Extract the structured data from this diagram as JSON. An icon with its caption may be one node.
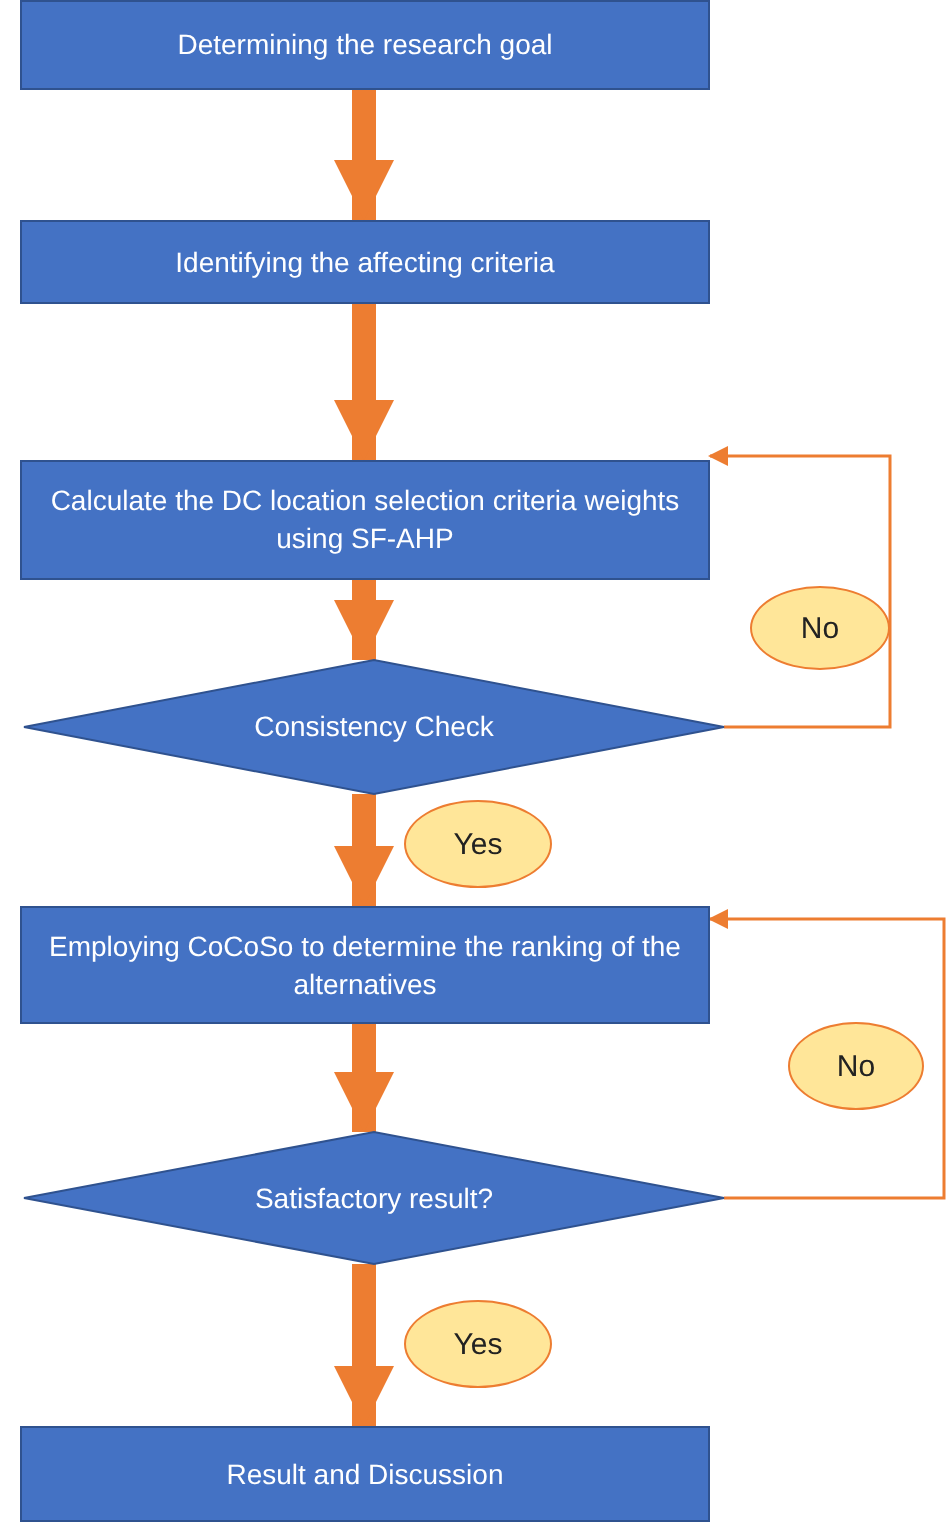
{
  "diagram": {
    "nodes": [
      {
        "text": [
          "Determining the research goal"
        ]
      },
      {
        "text": [
          "Identifying the affecting criteria"
        ]
      },
      {
        "text": [
          "Calculate the DC location selection criteria weights using SF-AHP"
        ]
      },
      {
        "text": [
          "Consistency Check"
        ]
      },
      {
        "text": [
          "Employing CoCoSo to determine the ranking of the alternatives"
        ]
      },
      {
        "text": [
          "Satisfactory result?"
        ]
      },
      {
        "text": [
          "Result and Discussion"
        ]
      }
    ],
    "edges": [
      {
        "from": 0,
        "to": 1,
        "arrow": "to"
      },
      {
        "from": 1,
        "to": 2,
        "arrow": "to"
      },
      {
        "from": 2,
        "to": 3,
        "arrow": "to"
      },
      {
        "from": 3,
        "to": 2,
        "arrow": "to",
        "label": "No"
      },
      {
        "from": 3,
        "to": 4,
        "arrow": "to",
        "label": "Yes"
      },
      {
        "from": 4,
        "to": 5,
        "arrow": "to"
      },
      {
        "from": 5,
        "to": 4,
        "arrow": "to",
        "label": "No"
      },
      {
        "from": 5,
        "to": 6,
        "arrow": "to",
        "label": "Yes"
      }
    ]
  }
}
